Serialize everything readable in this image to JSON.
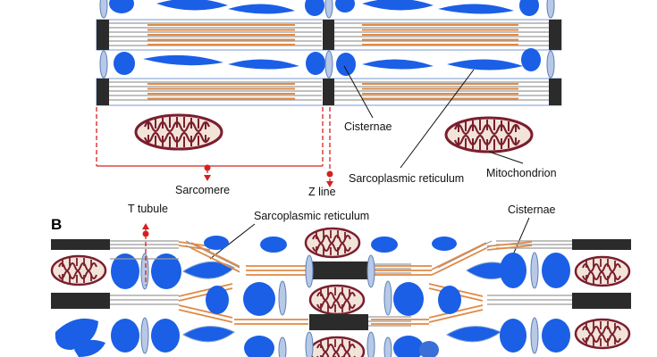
{
  "panel_b_letter": "B",
  "labels": {
    "cisternae_a": "Cisternae",
    "sarcoplasmic_reticulum_a": "Sarcoplasmic reticulum",
    "mitochondrion": "Mitochondrion",
    "sarcomere": "Sarcomere",
    "z_line": "Z line",
    "t_tubule": "T tubule",
    "sarcoplasmic_reticulum_b": "Sarcoplasmic reticulum",
    "cisternae_b": "Cisternae"
  },
  "colors": {
    "organelle_blue": "#1a5fe6",
    "z_disc": "#2b2b2b",
    "filament_orange": "#e08a45",
    "filament_gray": "#9a9a9a",
    "tubule_blue": "#b7c9e6",
    "mito_fill": "#f3e4d9",
    "mito_cristae": "#7a1e2e",
    "pointer_red": "#d62020"
  }
}
